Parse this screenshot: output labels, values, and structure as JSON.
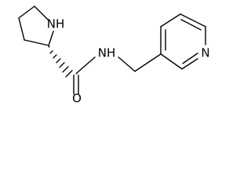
{
  "molecule": {
    "atoms": {
      "pyrrolidine_nh": "NH",
      "amide_nh": "NH",
      "carbonyl_o": "O",
      "pyridine_n": "N"
    }
  }
}
